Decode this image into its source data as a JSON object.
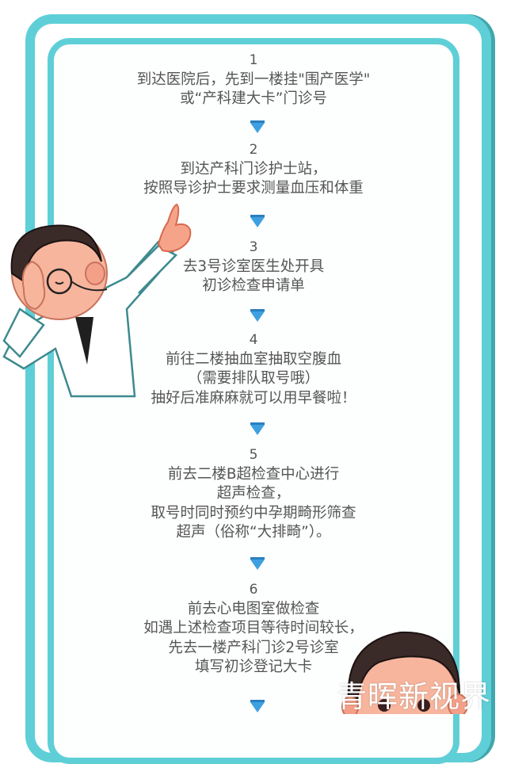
{
  "frame": {
    "accent_color": "#5fcfd7",
    "shadow_color": "#3fa8ac",
    "arrow_color": "#3fa0e0",
    "text_color": "#555555"
  },
  "steps": [
    {
      "num": "1",
      "lines": [
        "到达医院后，先到一楼挂\"围产医学\"",
        "或“产科建大卡”门诊号"
      ]
    },
    {
      "num": "2",
      "lines": [
        "到达产科门诊护士站，",
        "按照导诊护士要求测量血压和体重"
      ]
    },
    {
      "num": "3",
      "lines": [
        "去3号诊室医生处开具",
        "初诊检查申请单"
      ]
    },
    {
      "num": "4",
      "lines": [
        "前往二楼抽血室抽取空腹血",
        "（需要排队取号哦）",
        "抽好后准麻麻就可以用早餐啦！"
      ]
    },
    {
      "num": "5",
      "lines": [
        "前去二楼B超检查中心进行",
        "超声检查，",
        "取号时同时预约中孕期畸形筛查",
        "超声（俗称“大排畸”）。"
      ]
    },
    {
      "num": "6",
      "lines": [
        "前去心电图室做检查",
        "如遇上述检查项目等待时间较长，",
        "先去一楼产科门诊2号诊室",
        "填写初诊登记大卡"
      ]
    }
  ],
  "arrows": [
    "down-arrow",
    "down-arrow",
    "down-arrow",
    "down-arrow",
    "down-arrow",
    "down-arrow"
  ],
  "watermark": "青晖新视界"
}
